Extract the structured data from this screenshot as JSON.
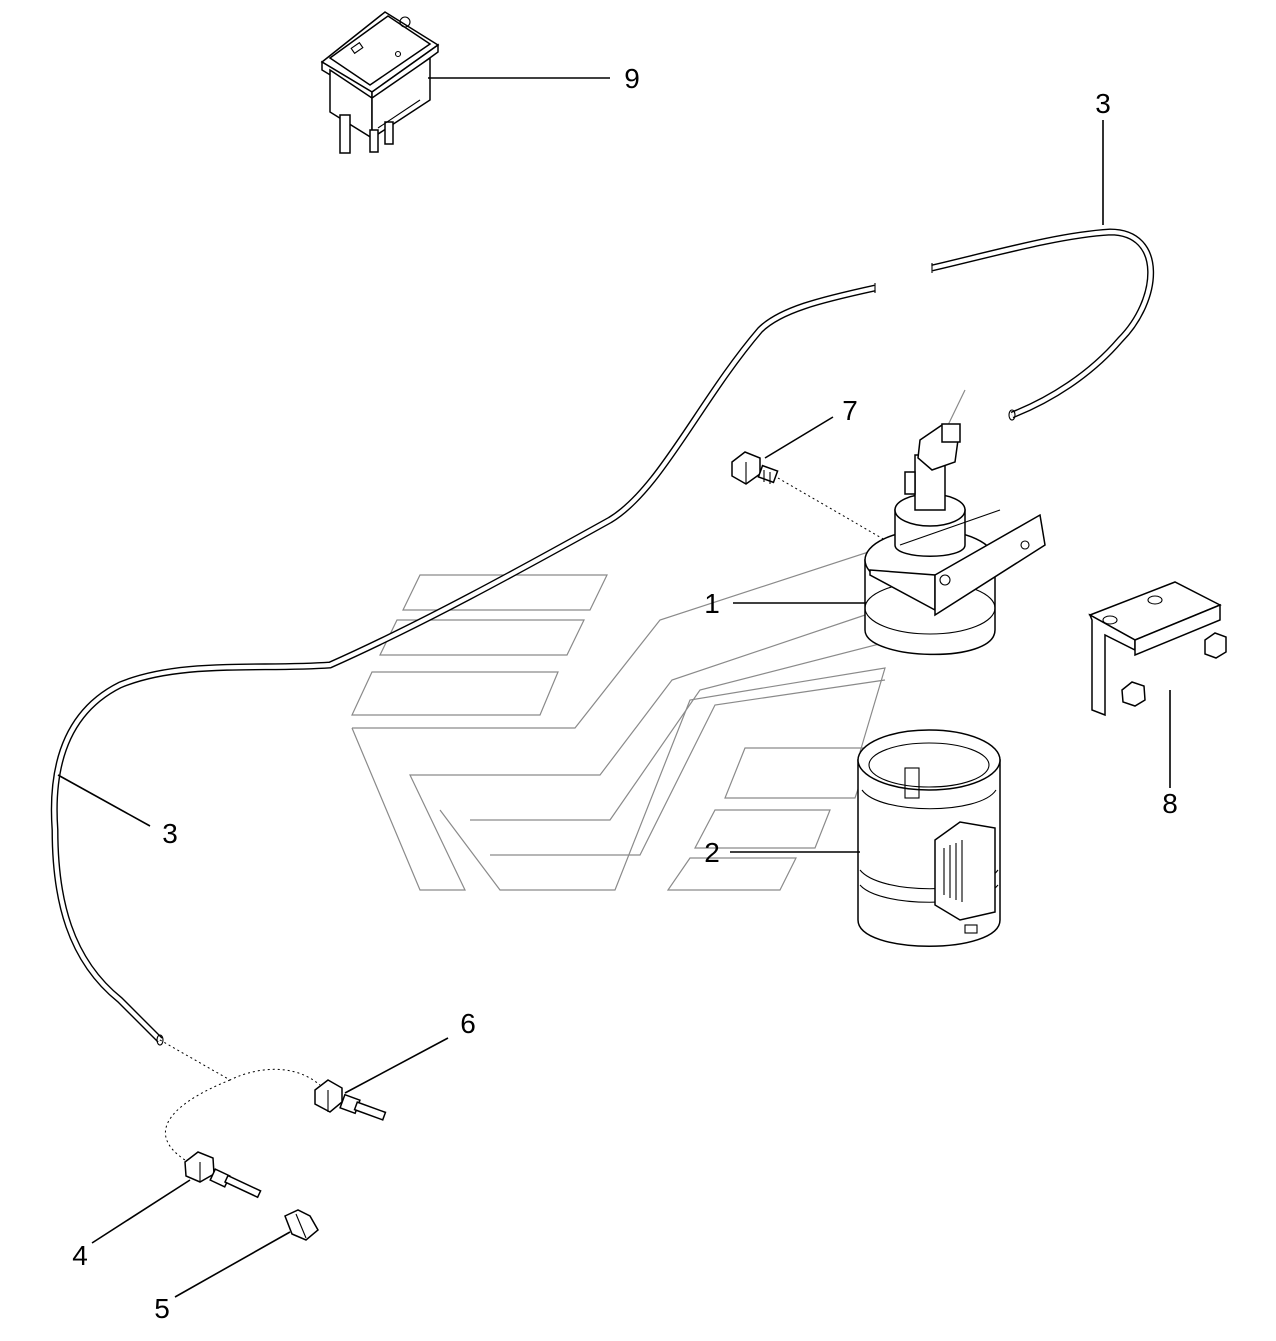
{
  "diagram": {
    "callouts": [
      {
        "id": "callout-1",
        "label": "1"
      },
      {
        "id": "callout-2",
        "label": "2"
      },
      {
        "id": "callout-3a",
        "label": "3"
      },
      {
        "id": "callout-3b",
        "label": "3"
      },
      {
        "id": "callout-4",
        "label": "4"
      },
      {
        "id": "callout-5",
        "label": "5"
      },
      {
        "id": "callout-6",
        "label": "6"
      },
      {
        "id": "callout-7",
        "label": "7"
      },
      {
        "id": "callout-8",
        "label": "8"
      },
      {
        "id": "callout-9",
        "label": "9"
      }
    ],
    "colors": {
      "line": "#000000",
      "watermark": "#8a8a8a",
      "background": "#ffffff"
    }
  }
}
